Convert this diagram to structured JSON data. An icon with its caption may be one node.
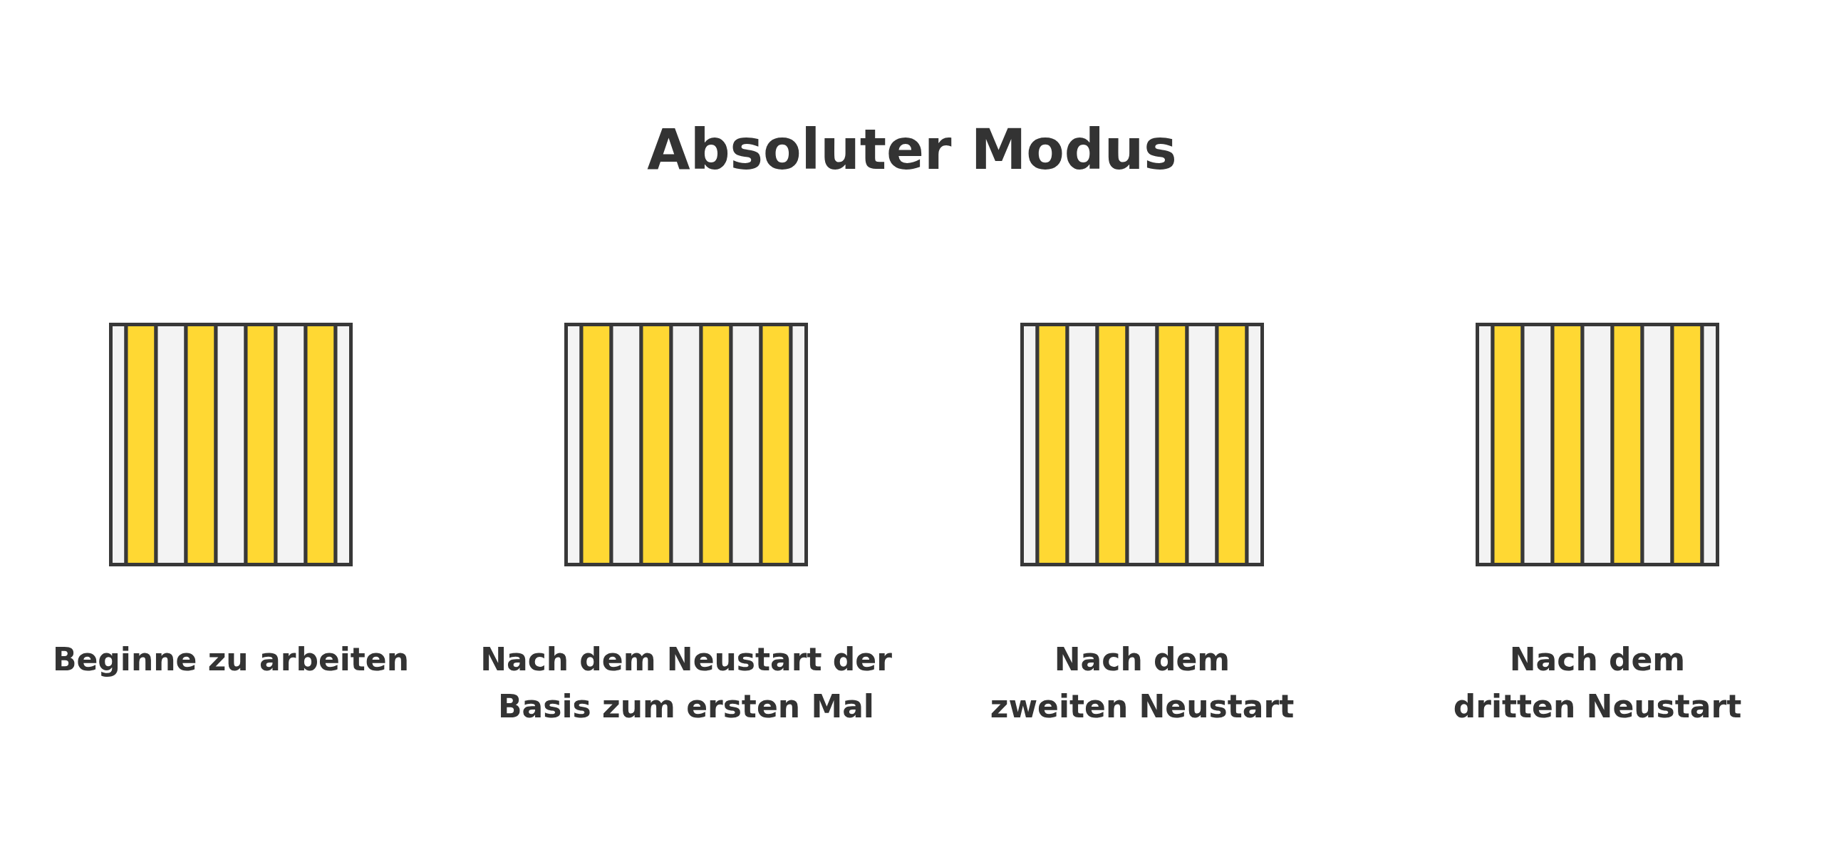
{
  "diagram": {
    "title": "Absoluter Modus",
    "nodes": [
      {
        "text": [],
        "shape": "box",
        "beside": [
          "Beginne zu arbeiten"
        ]
      },
      {
        "text": [],
        "shape": "box",
        "beside": [
          "Nach dem Neustart der Basis zum ersten Mal"
        ]
      },
      {
        "text": [],
        "shape": "box",
        "beside": [
          "Nach dem zweiten Neustart"
        ]
      },
      {
        "text": [],
        "shape": "box",
        "beside": [
          "Nach dem dritten Neustart"
        ]
      }
    ],
    "edges": []
  }
}
